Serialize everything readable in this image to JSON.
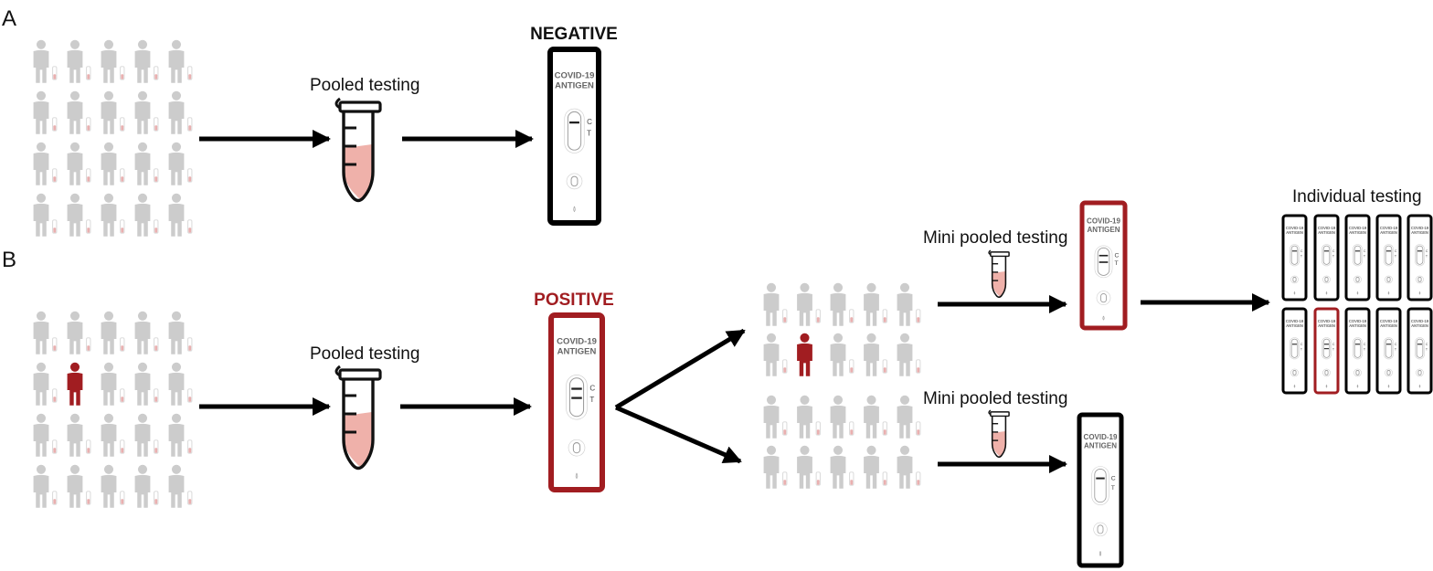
{
  "panels": {
    "a": {
      "letter": "A",
      "result": "NEGATIVE",
      "step": "Pooled testing"
    },
    "b": {
      "letter": "B",
      "result": "POSITIVE",
      "step": "Pooled testing",
      "mini_top": "Mini pooled testing",
      "mini_bottom": "Mini pooled testing",
      "individual": "Individual testing"
    }
  },
  "cassette": {
    "line1": "COVID-19",
    "line2": "ANTIGEN",
    "mark_c": "C",
    "mark_t": "T"
  },
  "colors": {
    "person": "#cccccc",
    "positive": "#a11d21",
    "negative": "#000000",
    "liquid": "#efb1aa",
    "swab": "#e9b0b0"
  }
}
